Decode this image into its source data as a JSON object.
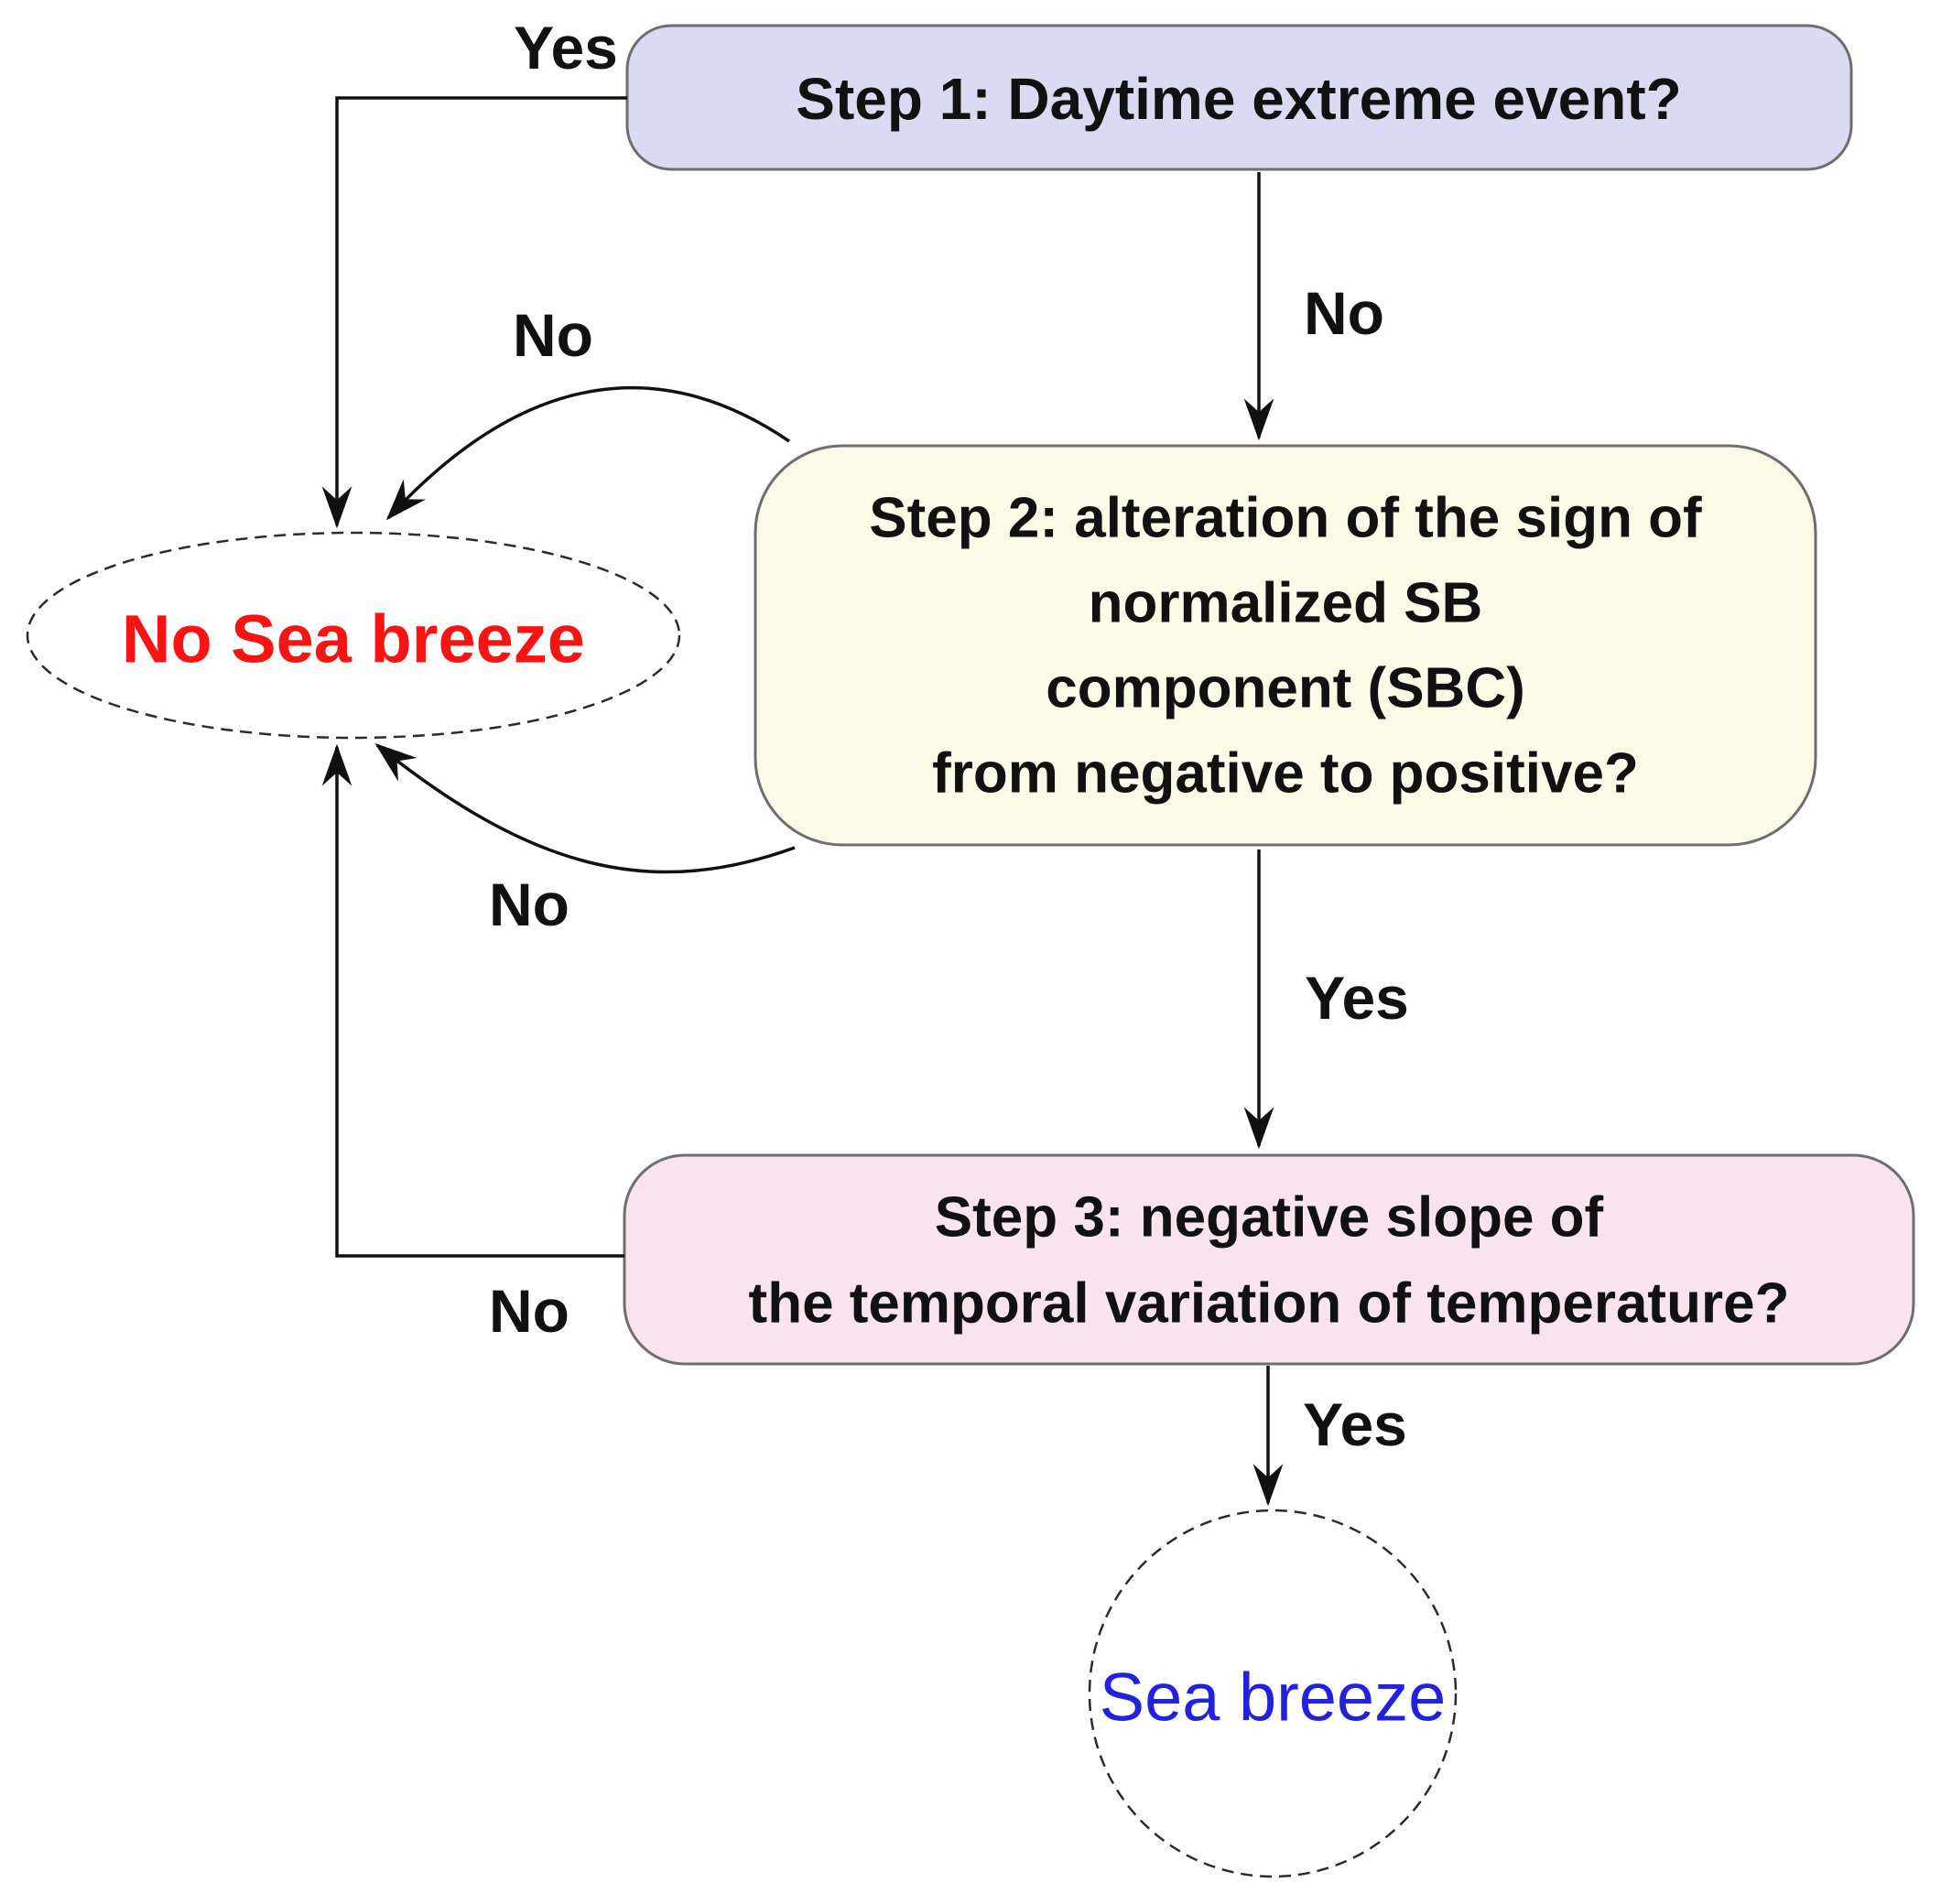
{
  "figure": {
    "background": "#ffffff",
    "arrow_color": "#111111",
    "nodes": {
      "step1": {
        "label": "Step 1: Daytime extreme event?",
        "fill": "#dbdaf3",
        "border": "#6e6e6e",
        "text_color": "#111111"
      },
      "step2": {
        "lines": [
          "Step 2: alteration of the sign of",
          "normalized SB",
          "component (SBC)",
          "from negative to positive?"
        ],
        "fill": "#fafae6",
        "border": "#6e6e6e",
        "text_color": "#111111"
      },
      "step3": {
        "lines": [
          "Step 3: negative slope of",
          "the temporal variation of temperature?"
        ],
        "fill": "#f9e3ee",
        "border": "#6e6e6e",
        "text_color": "#111111"
      },
      "no_sea_breeze": {
        "label": "No Sea breeze",
        "fill": "#ffffff",
        "border": "#2b2b2b",
        "text_color": "#f91414"
      },
      "sea_breeze": {
        "label": "Sea breeze",
        "fill": "#ffffff",
        "border": "#2b2b2b",
        "text_color": "#2222dd"
      }
    },
    "edge_labels": {
      "step1_yes": "Yes",
      "step1_no": "No",
      "step2_no_top": "No",
      "step2_no_bottom": "No",
      "step2_yes": "Yes",
      "step3_no": "No",
      "step3_yes": "Yes"
    }
  }
}
